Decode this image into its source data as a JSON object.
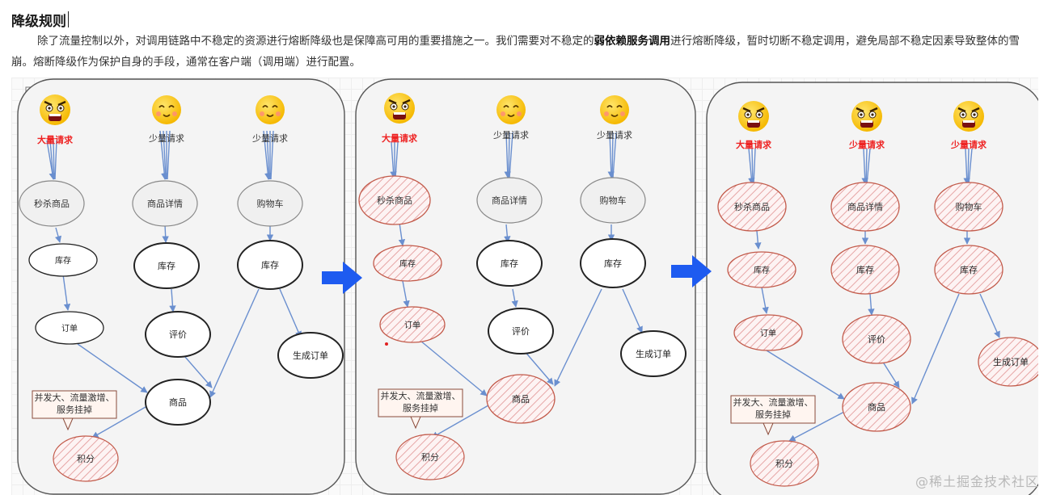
{
  "article": {
    "heading": "降级规则",
    "para_before": "除了流量控制以外，对调用链路中不稳定的资源进行熔断降级也是保障高可用的重要措施之一。我们需要对不稳定的",
    "para_bold": "弱依赖服务调用",
    "para_after": "进行熔断降级，暂时切断不稳定调用，避免局部不稳定因素导致整体的雪崩。熔断降级作为保护自身的手段，通常在客户端（调用端）进行配置。"
  },
  "colors": {
    "edge": "#6a8fcf",
    "arrow": "#1e5bf0",
    "alert_text": "#ee2222",
    "hatch": "#e6a5a5"
  },
  "icons": {
    "image_icon": "image-icon",
    "panel1": [
      "angry-face-icon",
      "smiling-face-icon",
      "smiling-face-icon"
    ],
    "panel2": [
      "angry-face-icon",
      "smiling-face-icon",
      "smiling-face-icon"
    ],
    "panel3": [
      "angry-face-icon",
      "angry-face-icon",
      "angry-face-icon"
    ]
  },
  "panel1": {
    "req1": "大量请求",
    "req2": "少量请求",
    "req3": "少量请求",
    "seckill": "秒杀商品",
    "detail": "商品详情",
    "cart": "购物车",
    "stock1": "库存",
    "stock2": "库存",
    "stock3": "库存",
    "order": "订单",
    "review": "评价",
    "create_order": "生成订单",
    "product": "商品",
    "points": "积分",
    "note": "并发大、流量激增、服务挂掉"
  },
  "panel2": {
    "req1": "大量请求",
    "req2": "少量请求",
    "req3": "少量请求",
    "seckill": "秒杀商品",
    "detail": "商品详情",
    "cart": "购物车",
    "stock1": "库存",
    "stock2": "库存",
    "stock3": "库存",
    "order": "订单",
    "review": "评价",
    "create_order": "生成订单",
    "product": "商品",
    "points": "积分",
    "note": "并发大、流量激增、服务挂掉"
  },
  "panel3": {
    "req1": "大量请求",
    "req2": "少量请求",
    "req3": "少量请求",
    "seckill": "秒杀商品",
    "detail": "商品详情",
    "cart": "购物车",
    "stock1": "库存",
    "stock2": "库存",
    "stock3": "库存",
    "order": "订单",
    "review": "评价",
    "create_order": "生成订单",
    "product": "商品",
    "points": "积分",
    "note": "并发大、流量激增、服务挂掉"
  },
  "watermark": "@稀土掘金技术社区"
}
